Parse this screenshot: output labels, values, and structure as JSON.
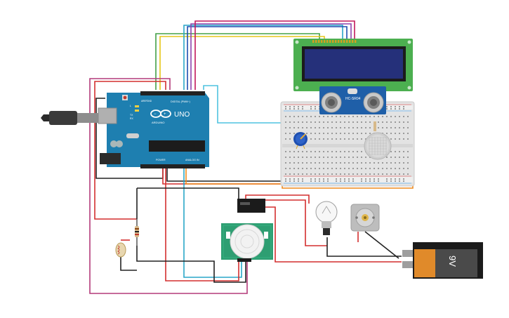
{
  "arduino": {
    "model": "UNO",
    "brand": "ARDUINO",
    "digital_header": "DIGITAL (PWM~)",
    "power_header": "POWER",
    "analog_header": "ANALOG IN",
    "aref_label": "AREF",
    "gnd_label": "GND",
    "tx_label": "TX",
    "rx_label": "RX",
    "l_label": "L"
  },
  "ultrasonic": {
    "label": "HC-SR04"
  },
  "battery": {
    "label": "9V"
  },
  "colors": {
    "arduino_board": "#1e7fb0",
    "lcd_board": "#4caf50",
    "lcd_screen": "#25307a",
    "ultrasonic_board": "#1f5fa8",
    "pir_board": "#2e9e72",
    "battery_body": "#e08a2a",
    "wire_red": "#d32f2f",
    "wire_black": "#222222",
    "wire_magenta": "#b33a7a",
    "wire_cyan": "#29a6c8",
    "wire_orange": "#ee8a1c"
  },
  "icons": {
    "usb": "usb-cable-icon",
    "potentiometer": "potentiometer-icon",
    "gas_sensor": "gas-sensor-icon",
    "relay": "relay-icon",
    "bulb": "light-bulb-icon",
    "motor": "dc-motor-icon",
    "photoresistor": "photoresistor-icon",
    "resistor": "resistor-icon"
  }
}
